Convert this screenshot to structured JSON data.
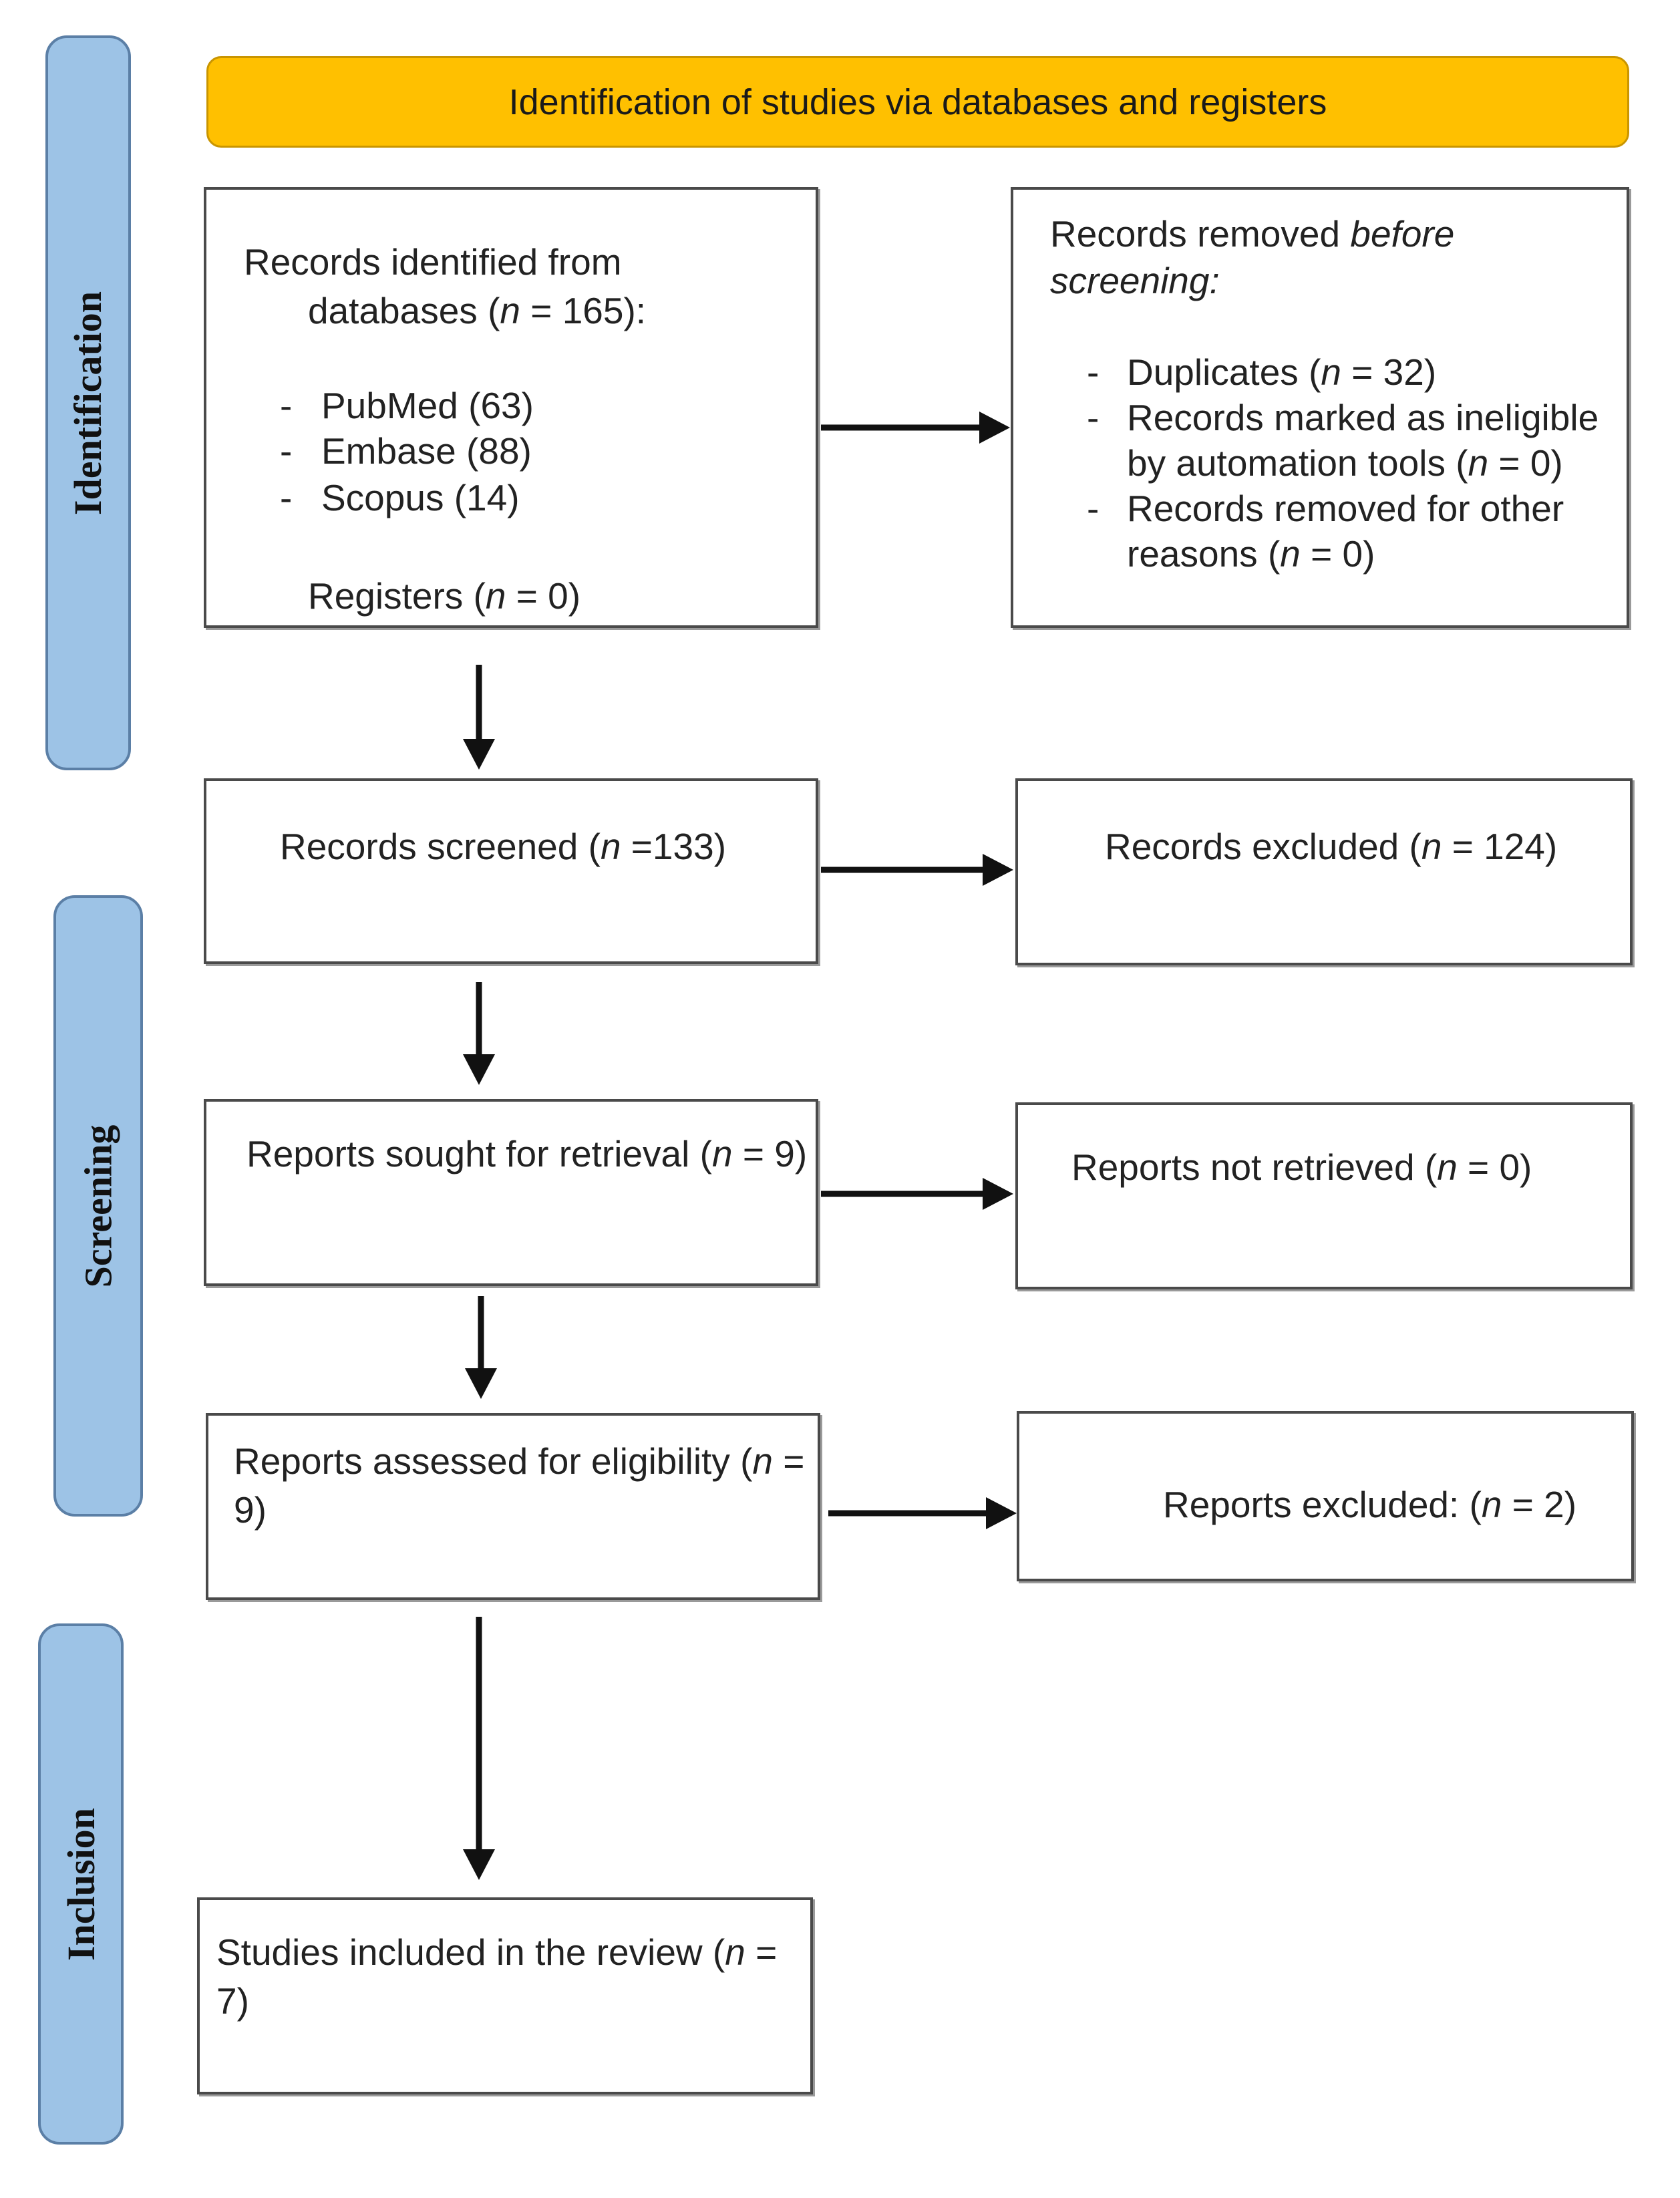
{
  "banner": {
    "title": "Identification of studies via databases and registers",
    "color": "#FFC000"
  },
  "phases": {
    "identification": "Identification",
    "screening": "Screening",
    "inclusion": "Inclusion",
    "color": "#9DC3E6"
  },
  "records_identified": {
    "line1": "Records identified from",
    "line2_pre": "databases (",
    "n_symbol": "n",
    "line2_post": " = 165):",
    "sources": [
      "PubMed (63)",
      "Embase (88)",
      "Scopus (14)"
    ],
    "bullet": "-",
    "registers_pre": "Registers (",
    "registers_post": " = 0)"
  },
  "records_removed": {
    "title_pre": "Records removed ",
    "title_italic": "before",
    "title_line2": "screening:",
    "items": [
      {
        "pre": "Duplicates (",
        "post": " = 32)"
      },
      {
        "line1": "Records marked as ineligible",
        "pre": "by automation tools (",
        "post": " = 0)"
      },
      {
        "line1": "Records removed for other",
        "pre": "reasons (",
        "post": " = 0)"
      }
    ]
  },
  "records_screened": {
    "pre": "Records screened (",
    "post": " =133)"
  },
  "records_excluded": {
    "pre": "Records excluded (",
    "post": " = 124)"
  },
  "reports_sought": {
    "pre": "Reports sought for retrieval (",
    "post": " = 9)"
  },
  "reports_not_retrieved": {
    "pre": "Reports not retrieved (",
    "post": " = 0)"
  },
  "reports_assessed": {
    "pre": "Reports assessed for eligibility (",
    "post": " =",
    "line2": "9)"
  },
  "reports_excluded": {
    "pre": "Reports excluded: (",
    "post": " = 2)"
  },
  "studies_included": {
    "pre": "Studies included in the review (",
    "post": " =",
    "line2": "7)"
  }
}
